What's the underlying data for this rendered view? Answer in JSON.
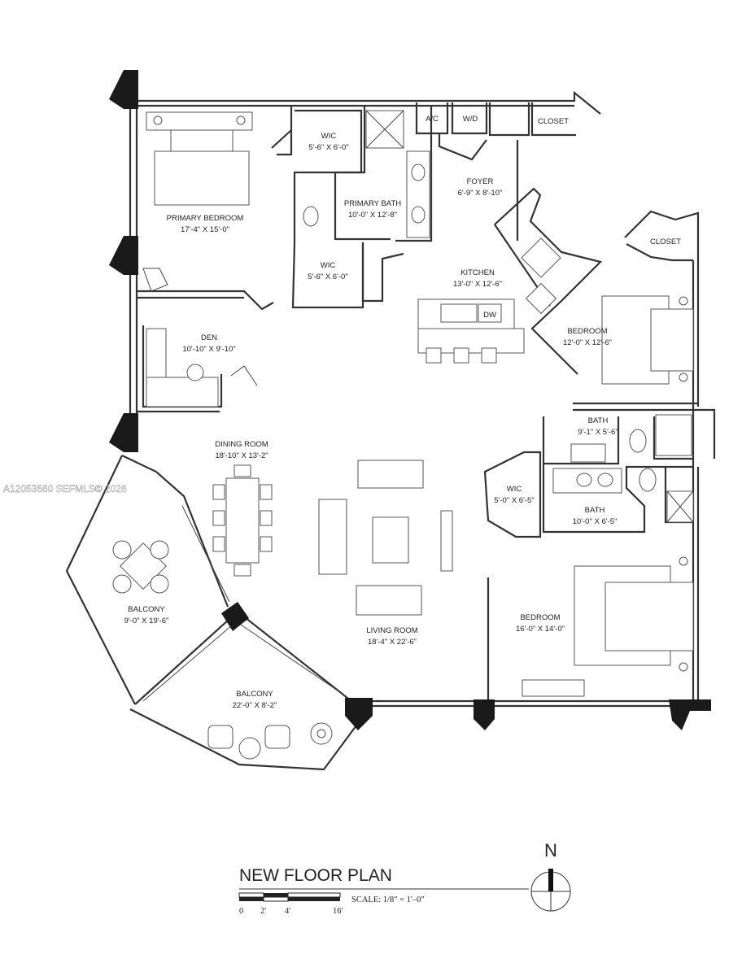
{
  "plan": {
    "title": "NEW FLOOR PLAN",
    "scale_text": "SCALE: 1/8\" = 1'–0\"",
    "scale_ticks": [
      "0",
      "2'",
      "4'",
      "16'"
    ],
    "north_label": "N",
    "watermark": "A12053560  SEFMLS© 2026"
  },
  "rooms": {
    "primary_bedroom": {
      "name": "PRIMARY BEDROOM",
      "size": "17'-4\" X 15'-0\""
    },
    "wic_top": {
      "name": "WIC",
      "size": "5'-6\" X 6'-0\""
    },
    "primary_bath": {
      "name": "PRIMARY BATH",
      "size": "10'-0\" X 12'-8\""
    },
    "wic_mid": {
      "name": "WIC",
      "size": "5'-6\" X 6'-0\""
    },
    "ac": {
      "name": "A/C"
    },
    "wd": {
      "name": "W/D"
    },
    "closet_top": {
      "name": "CLOSET"
    },
    "foyer": {
      "name": "FOYER",
      "size": "6'-9\" X 8'-10\""
    },
    "closet_right": {
      "name": "CLOSET"
    },
    "kitchen": {
      "name": "KITCHEN",
      "size": "13'-0\" X 12'-6\"",
      "dw": "DW"
    },
    "den": {
      "name": "DEN",
      "size": "10'-10\" X 9'-10\""
    },
    "bedroom_2": {
      "name": "BEDROOM",
      "size": "12'-0\" X 12'-6\""
    },
    "bath_2": {
      "name": "BATH",
      "size": "9'-1\" X 5'-6\""
    },
    "dining_room": {
      "name": "DINING ROOM",
      "size": "18'-10\" X 13'-2\""
    },
    "wic_3": {
      "name": "WIC",
      "size": "5'-0\" X 6'-5\""
    },
    "bath_3": {
      "name": "BATH",
      "size": "10'-0\" X 6'-5\""
    },
    "balcony_1": {
      "name": "BALCONY",
      "size": "9'-0\" X 19'-6\""
    },
    "living_room": {
      "name": "LIVING ROOM",
      "size": "18'-4\" X 22'-6\""
    },
    "bedroom_3": {
      "name": "BEDROOM",
      "size": "16'-0\" X 14'-0\""
    },
    "balcony_2": {
      "name": "BALCONY",
      "size": "22'-0\" X 8'-2\""
    }
  }
}
